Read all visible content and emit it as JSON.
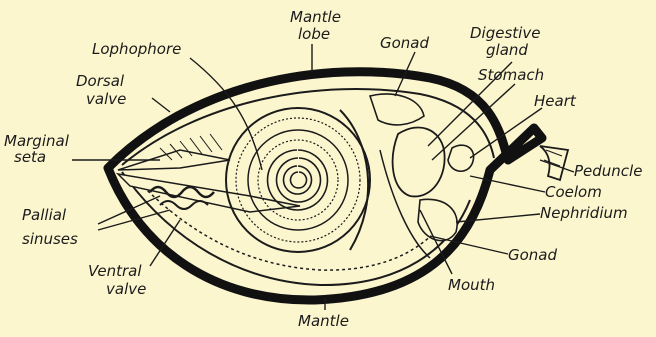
{
  "labels": {
    "mantle_lobe": [
      "Mantle",
      "lobe"
    ],
    "lophophore": "Lophophore",
    "gonad_top": "Gonad",
    "digestive_gland": [
      "Digestive",
      "gland"
    ],
    "stomach": "Stomach",
    "heart": "Heart",
    "dorsal_valve": [
      "Dorsal",
      "valve"
    ],
    "marginal_seta": [
      "Marginal",
      "seta"
    ],
    "peduncle": "Peduncle",
    "coelom": "Coelom",
    "nephridium": "Nephridium",
    "pallial_sinuses": [
      "Pallial",
      "sinuses"
    ],
    "gonad_bottom": "Gonad",
    "ventral_valve": [
      "Ventral",
      "valve"
    ],
    "mouth": "Mouth",
    "mantle_bottom": "Mantle"
  },
  "colors": {
    "background": "#fcf6cf",
    "ink": "#1b1b1b",
    "shell": "#111111"
  }
}
